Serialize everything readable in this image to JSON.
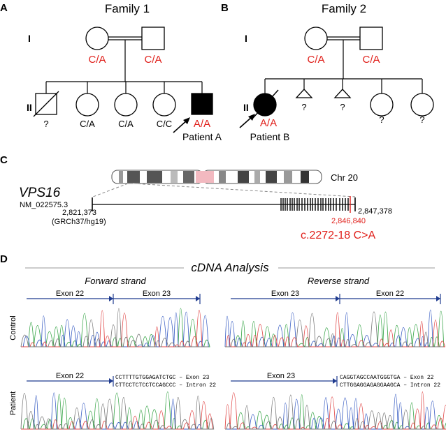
{
  "colors": {
    "red": "#e0201b",
    "black": "#000000",
    "blue": "#1f3b8f",
    "gray_rule": "#9a9a9a",
    "chrom_pink": "#f2b9c0",
    "trace_green": "#3aa64a",
    "trace_blue": "#3b5fc4",
    "trace_red": "#e04848",
    "trace_gray": "#777777"
  },
  "panels": {
    "a": "A",
    "b": "B",
    "c": "C",
    "d": "D"
  },
  "family1": {
    "title": "Family 1",
    "gen1": "I",
    "gen2": "II",
    "father_genotype": "C/A",
    "mother_genotype": "C/A",
    "children": [
      "?",
      "C/A",
      "C/A",
      "C/C",
      "A/A"
    ],
    "patient": "Patient A"
  },
  "family2": {
    "title": "Family 2",
    "gen1": "I",
    "gen2": "II",
    "father_genotype": "C/A",
    "mother_genotype": "C/A",
    "children": [
      "A/A",
      "?",
      "?",
      "?",
      "?"
    ],
    "patient": "Patient B"
  },
  "gene": {
    "name": "VPS16",
    "transcript": "NM_022575.3",
    "chromosome": "Chr 20",
    "start": "2,821,373",
    "assembly": "(GRCh37/hg19)",
    "end": "2,847,378",
    "variant_position": "2,846,840",
    "variant": "c.2272-18 C>A"
  },
  "cdna": {
    "title": "cDNA Analysis",
    "forward": "Forward strand",
    "reverse": "Reverse strand",
    "control_label": "Control",
    "patient_label": "Patient",
    "fwd_exon_a": "Exon 22",
    "fwd_exon_b": "Exon 23",
    "rev_exon_a": "Exon 23",
    "rev_exon_b": "Exon 22",
    "fwd_seq1": "CCTTTTGTGGAGATCTGC – Exon 23",
    "fwd_seq2": "CTTCCTCTCCTCCAGCCC – Intron 22",
    "rev_seq1": "CAGGTAGCCAATGGGTGA – Exon 22",
    "rev_seq2": "CTTGGAGGAGAGGAAGCA – Intron 22"
  }
}
